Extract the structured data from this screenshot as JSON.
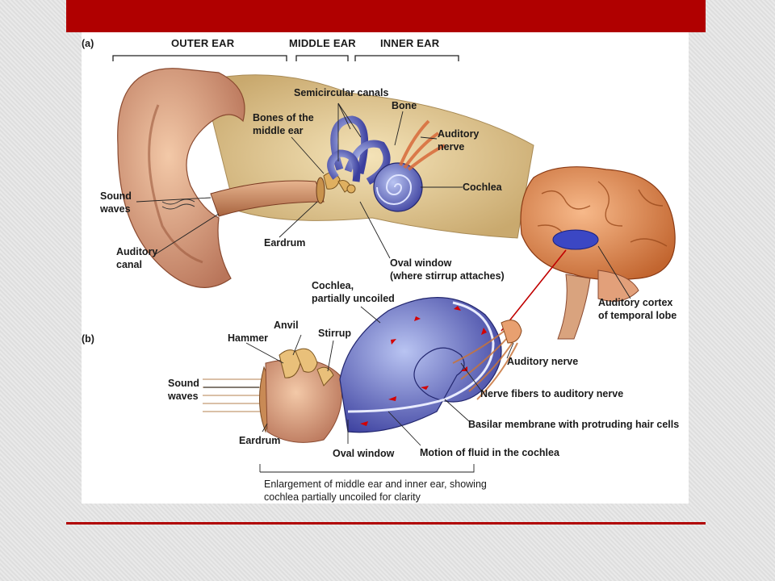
{
  "slide": {
    "accent_color": "#b00000"
  },
  "figure": {
    "part_a": "(a)",
    "part_b": "(b)",
    "headers": {
      "outer_ear": "OUTER EAR",
      "middle_ear": "MIDDLE EAR",
      "inner_ear": "INNER EAR"
    },
    "labels_a": {
      "semicircular_canals": "Semicircular canals",
      "bones_middle_ear": "Bones of the\nmiddle ear",
      "bone": "Bone",
      "auditory_nerve": "Auditory\nnerve",
      "cochlea": "Cochlea",
      "sound_waves": "Sound\nwaves",
      "auditory_canal": "Auditory\ncanal",
      "eardrum": "Eardrum",
      "oval_window": "Oval window\n(where stirrup attaches)"
    },
    "labels_brain": {
      "auditory_cortex": "Auditory cortex\nof temporal lobe"
    },
    "labels_b": {
      "cochlea_uncoiled": "Cochlea,\npartially uncoiled",
      "anvil": "Anvil",
      "hammer": "Hammer",
      "stirrup": "Stirrup",
      "sound_waves": "Sound\nwaves",
      "eardrum": "Eardrum",
      "oval_window": "Oval window",
      "auditory_nerve": "Auditory nerve",
      "nerve_fibers": "Nerve fibers to auditory nerve",
      "basilar_membrane": "Basilar membrane with protruding hair cells",
      "fluid_motion": "Motion of fluid in the cochlea"
    },
    "caption": "Enlargement of middle ear and inner ear, showing\ncochlea partially uncoiled for clarity"
  }
}
